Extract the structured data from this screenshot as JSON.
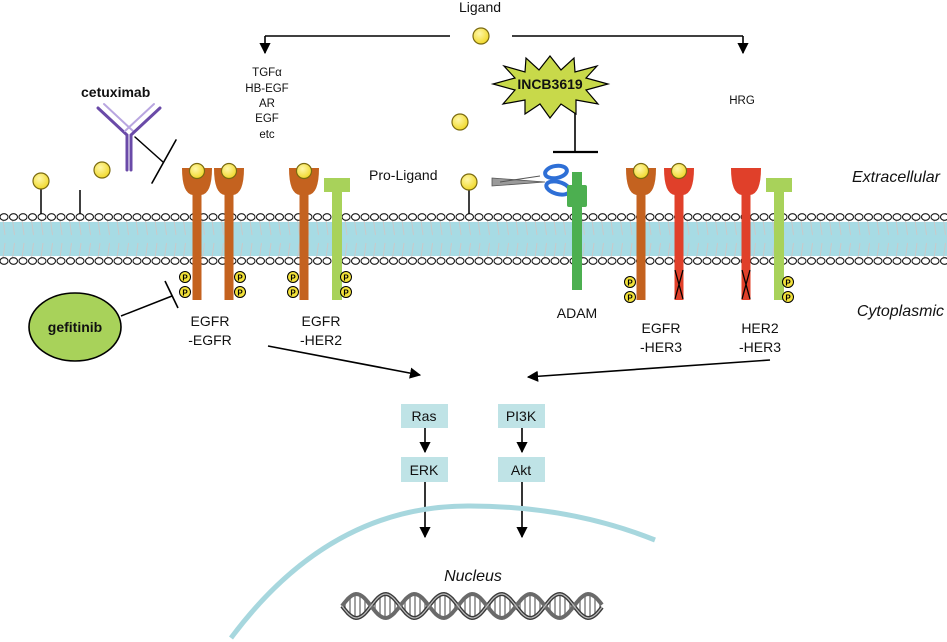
{
  "ligand_label": "Ligand",
  "ligand_list": [
    "TGFα",
    "HB-EGF",
    "AR",
    "EGF",
    "etc"
  ],
  "hrg_label": "HRG",
  "cetuximab_label": "cetuximab",
  "gefitinib_label": "gefitinib",
  "incb_label": "INCB3619",
  "proligand_label": "Pro-Ligand",
  "extracellular_label": "Extracellular",
  "cytoplasmic_label": "Cytoplasmic",
  "nucleus_label": "Nucleus",
  "adam_label": "ADAM",
  "phospho_label": "P",
  "dimers": [
    {
      "line1": "EGFR",
      "line2": "-EGFR"
    },
    {
      "line1": "EGFR",
      "line2": "-HER2"
    },
    {
      "line1": "EGFR",
      "line2": "-HER3"
    },
    {
      "line1": "HER2",
      "line2": "-HER3"
    }
  ],
  "pathways": {
    "ras": "Ras",
    "erk": "ERK",
    "pi3k": "PI3K",
    "akt": "Akt"
  },
  "colors": {
    "egfr": "#c4621f",
    "her2": "#a8d25a",
    "her3": "#e0402a",
    "adam": "#4caf50",
    "ligand": "#f3e23a",
    "membrane": "#a7dbe4",
    "gefitinib": "#a8d25a",
    "incb": "#c8d94a",
    "cetuximab": "#6a4aa8",
    "pathway_box": "#bfe3e6"
  }
}
